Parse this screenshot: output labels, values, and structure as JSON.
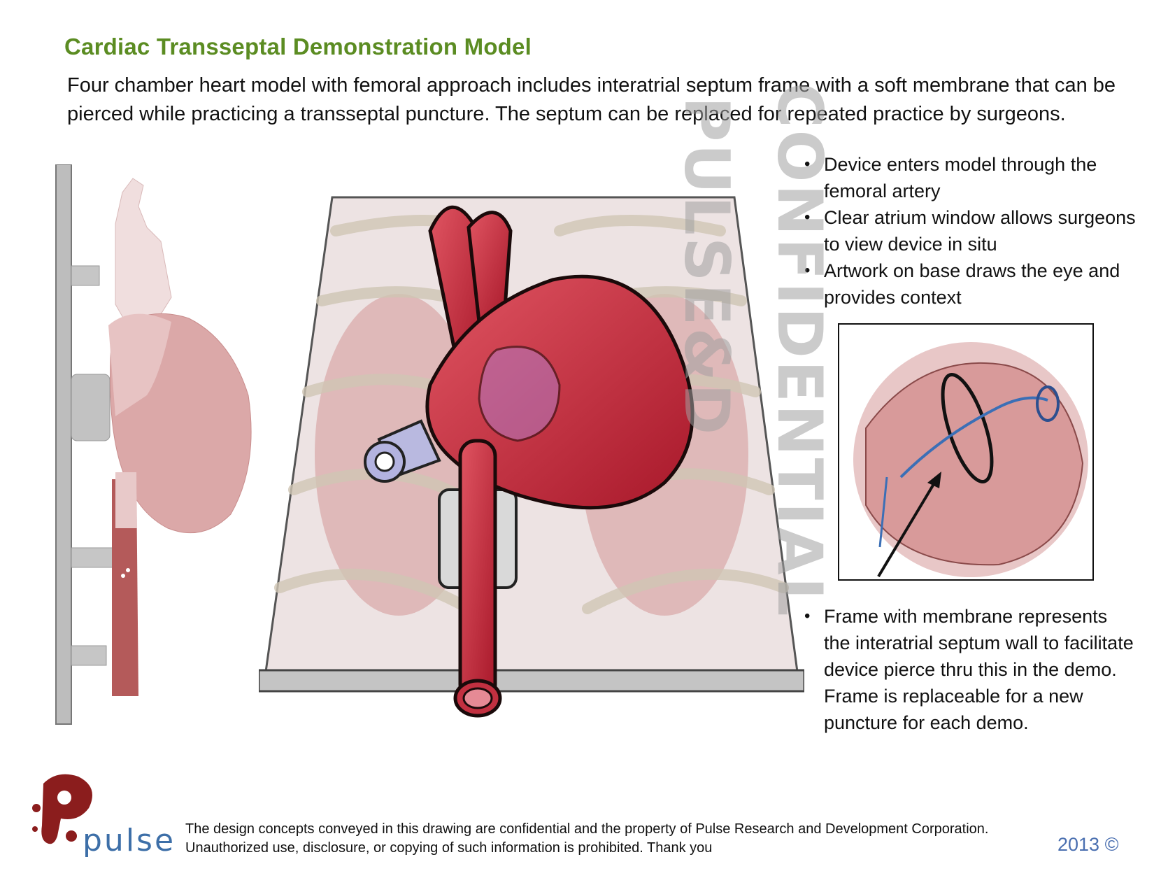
{
  "title": "Cardiac Transseptal Demonstration Model",
  "intro": "Four chamber heart model with femoral approach includes interatrial septum frame with a soft membrane that can be pierced while practicing a transseptal puncture. The septum can be replaced for repeated practice by surgeons.",
  "bullets_top": [
    {
      "bullet": "•",
      "text": "Device enters model through the femoral artery"
    },
    {
      "bullet": "•",
      "text": "Clear atrium window allows surgeons to view device in situ"
    },
    {
      "bullet": "•",
      "text": "Artwork on base draws the eye and provides context"
    }
  ],
  "bullets_bottom": [
    {
      "bullet": "•",
      "text": "Frame with membrane represents the interatrial septum wall to facilitate device pierce thru this in the demo. Frame is replaceable for a new puncture for each demo."
    }
  ],
  "watermark": {
    "line1": "CONFIDENTIAL",
    "line2": "PULSE&D"
  },
  "logo": {
    "text": "pulse"
  },
  "disclaimer": "The design concepts conveyed in this drawing are confidential and the property of Pulse Research and Development Corporation.   Unauthorized use, disclosure, or copying of such information is prohibited.   Thank you",
  "copyright": "2013 ©",
  "colors": {
    "title_green": "#5b8c22",
    "heart_red": "#c42a3a",
    "pulse_blue": "#3d6fa8",
    "copyright_blue": "#4a6fb0"
  }
}
